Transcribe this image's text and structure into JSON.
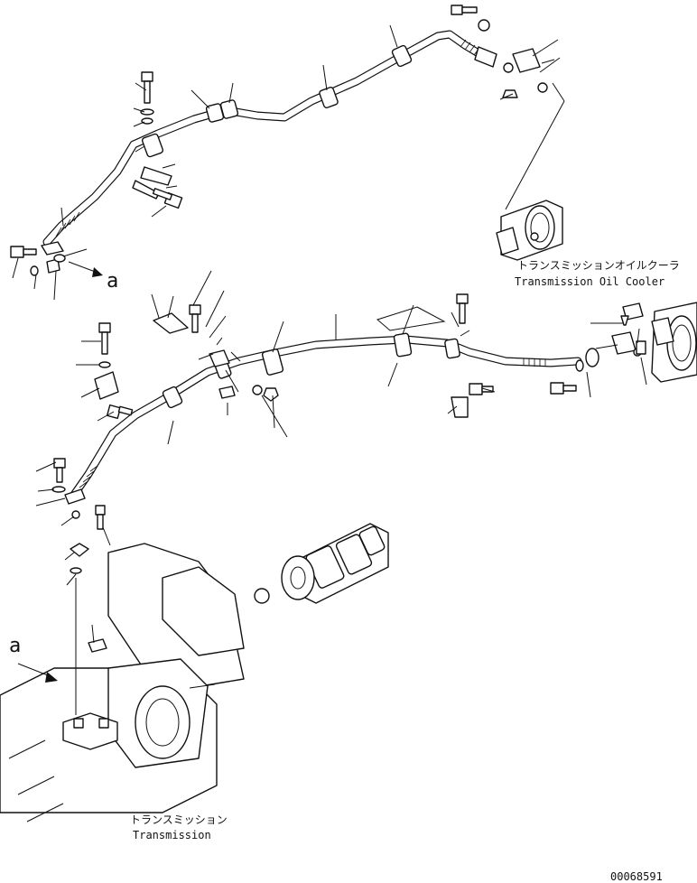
{
  "labels": {
    "cooler_jp": "トランスミッションオイルクーラ",
    "cooler_en": "Transmission Oil Cooler",
    "transmission_jp": "トランスミッション",
    "transmission_en": "Transmission",
    "ref_a_top": "a",
    "ref_a_bottom": "a",
    "drawing_number": "00068591"
  },
  "colors": {
    "line": "#111111",
    "background": "#ffffff"
  }
}
